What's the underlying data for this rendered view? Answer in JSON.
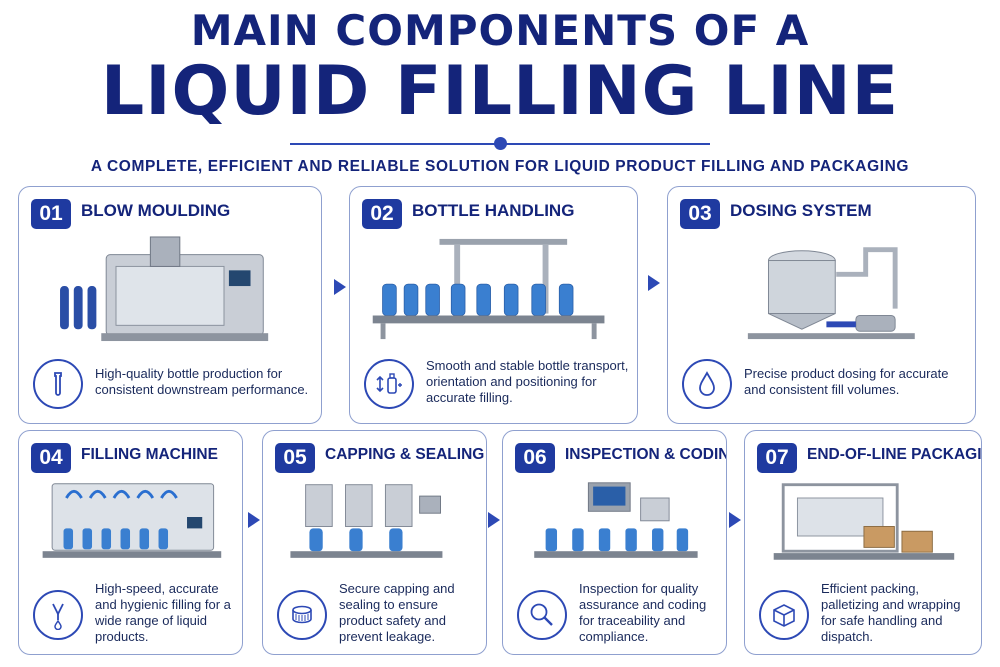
{
  "header": {
    "title_line1": "MAIN COMPONENTS OF A",
    "title_line2": "LIQUID FILLING LINE",
    "subtitle": "A COMPLETE, EFFICIENT AND RELIABLE SOLUTION FOR LIQUID PRODUCT FILLING AND PACKAGING"
  },
  "colors": {
    "primary": "#14247a",
    "accent": "#1f3aa0",
    "border": "#8fa0cf",
    "bottle": "#3a7fd0"
  },
  "components": [
    {
      "number": "01",
      "title": "BLOW MOULDING",
      "icon": "preform-icon",
      "description": "High-quality bottle production for consistent downstream performance."
    },
    {
      "number": "02",
      "title": "BOTTLE HANDLING",
      "icon": "bottle-transport-icon",
      "description": "Smooth and stable bottle transport, orientation and positioning for accurate filling."
    },
    {
      "number": "03",
      "title": "DOSING SYSTEM",
      "icon": "droplet-icon",
      "description": "Precise product dosing for accurate and consistent fill volumes."
    },
    {
      "number": "04",
      "title": "FILLING MACHINE",
      "icon": "filling-nozzle-icon",
      "description": "High-speed, accurate and hygienic filling for a wide range of liquid products."
    },
    {
      "number": "05",
      "title": "CAPPING & SEALING",
      "icon": "cap-icon",
      "description": "Secure capping and sealing to ensure product safety and prevent leakage."
    },
    {
      "number": "06",
      "title": "INSPECTION & CODING",
      "icon": "magnifier-icon",
      "description": "Inspection for quality assurance and coding for traceability and compliance."
    },
    {
      "number": "07",
      "title": "END-OF-LINE PACKAGING",
      "icon": "box-icon",
      "description": "Efficient packing, palletizing and wrapping for safe handling and dispatch."
    }
  ]
}
